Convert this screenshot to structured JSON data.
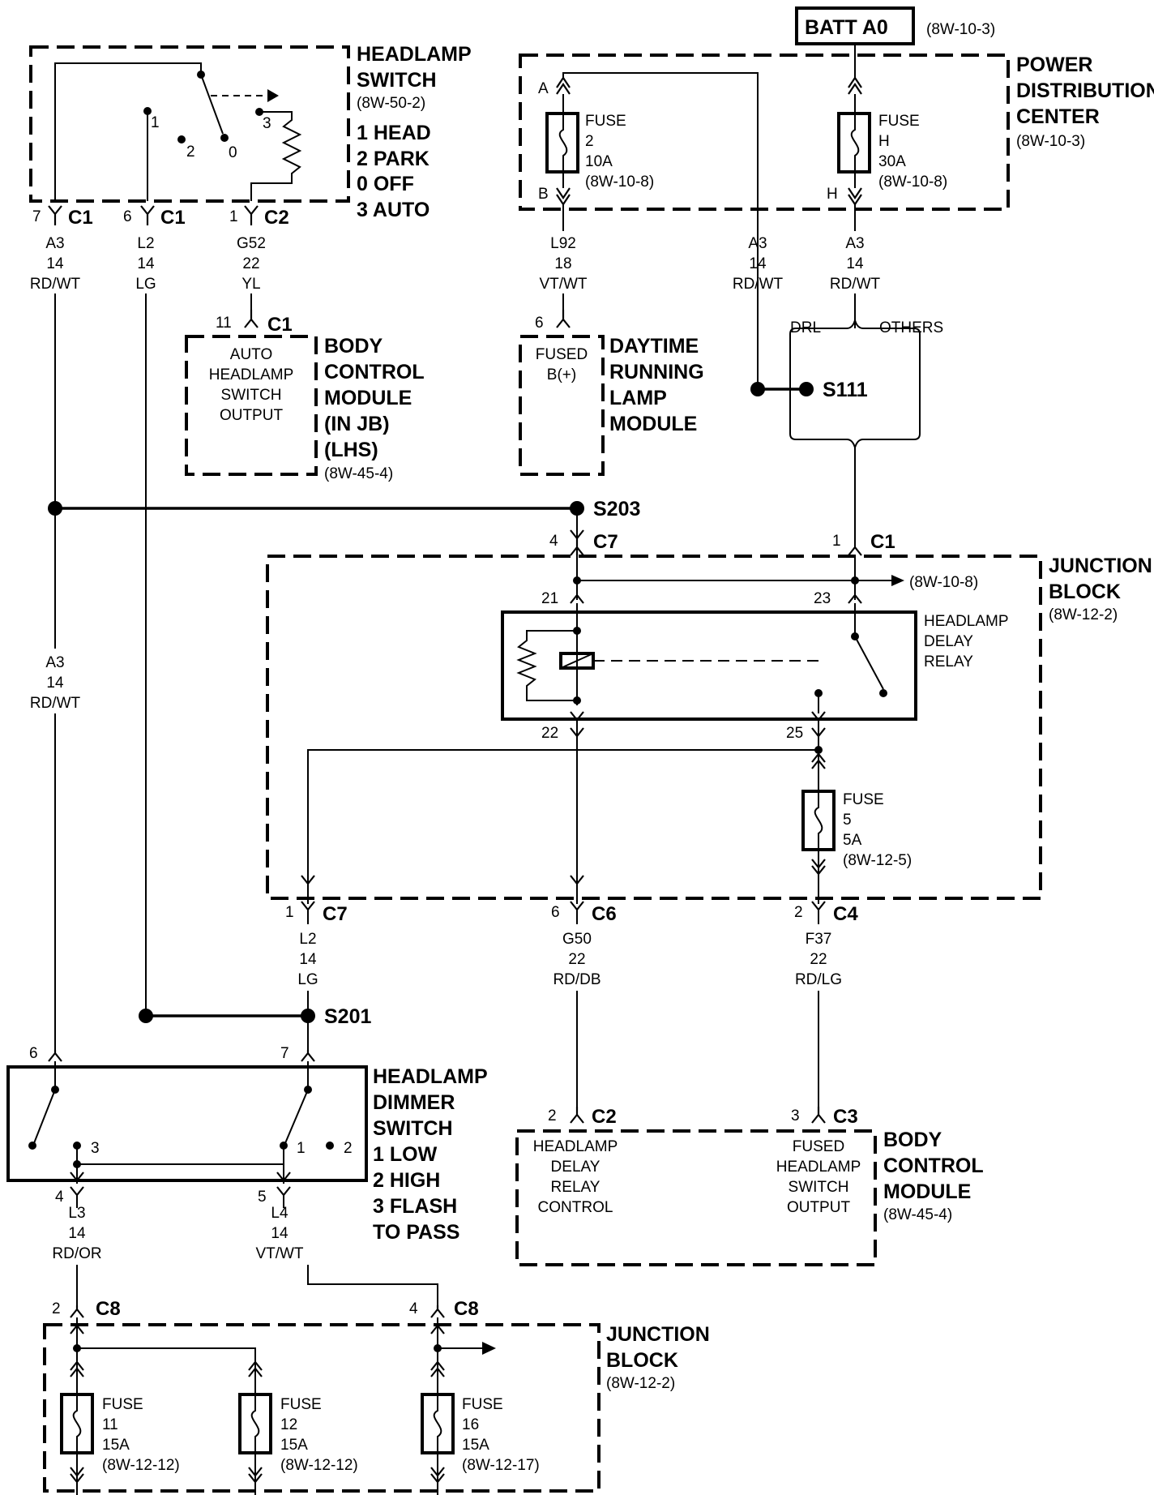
{
  "batt_label": "BATT A0",
  "batt_ref": "(8W-10-3)",
  "headlamp_switch": {
    "title_line1": "HEADLAMP",
    "title_line2": "SWITCH",
    "ref": "(8W-50-2)",
    "modes": [
      "1 HEAD",
      "2 PARK",
      "0 OFF",
      "3 AUTO"
    ],
    "pos_labels": [
      "1",
      "2",
      "0",
      "3"
    ]
  },
  "pdc": {
    "title_lines": [
      "POWER",
      "DISTRIBUTION",
      "CENTER"
    ],
    "ref": "(8W-10-3)",
    "fuse2": {
      "lines": [
        "FUSE",
        "2",
        "10A",
        "(8W-10-8)"
      ],
      "top": "A",
      "bottom": "B"
    },
    "fuseH": {
      "lines": [
        "FUSE",
        "H",
        "30A",
        "(8W-10-8)"
      ],
      "bottom": "H"
    }
  },
  "connectors": {
    "hs_c1_7": {
      "pin": "7",
      "name": "C1"
    },
    "hs_c1_6": {
      "pin": "6",
      "name": "C1"
    },
    "hs_c2_1": {
      "pin": "1",
      "name": "C2"
    },
    "bcm_c1_11": {
      "pin": "11",
      "name": "C1"
    },
    "drl_6": {
      "pin": "6"
    },
    "jb_c7_4": {
      "pin": "4",
      "name": "C7"
    },
    "jb_c1_1": {
      "pin": "1",
      "name": "C1"
    },
    "jb_21": {
      "pin": "21"
    },
    "jb_23": {
      "pin": "23"
    },
    "jb_22": {
      "pin": "22"
    },
    "jb_25": {
      "pin": "25"
    },
    "jb_c7_1": {
      "pin": "1",
      "name": "C7"
    },
    "jb_c6_6": {
      "pin": "6",
      "name": "C6"
    },
    "jb_c4_2": {
      "pin": "2",
      "name": "C4"
    },
    "dim_6": {
      "pin": "6"
    },
    "dim_7": {
      "pin": "7"
    },
    "dim_4": {
      "pin": "4"
    },
    "dim_5": {
      "pin": "5"
    },
    "bcm_c2_2": {
      "pin": "2",
      "name": "C2"
    },
    "bcm_c3_3": {
      "pin": "3",
      "name": "C3"
    },
    "jb2_c8_2": {
      "pin": "2",
      "name": "C8"
    },
    "jb2_c8_4": {
      "pin": "4",
      "name": "C8"
    }
  },
  "wires": {
    "a3_left_top": [
      "A3",
      "14",
      "RD/WT"
    ],
    "l2_top": [
      "L2",
      "14",
      "LG"
    ],
    "g52": [
      "G52",
      "22",
      "YL"
    ],
    "l92": [
      "L92",
      "18",
      "VT/WT"
    ],
    "a3_mid": [
      "A3",
      "14",
      "RD/WT"
    ],
    "a3_right": [
      "A3",
      "14",
      "RD/WT"
    ],
    "a3_left_mid": [
      "A3",
      "14",
      "RD/WT"
    ],
    "l2_jb": [
      "L2",
      "14",
      "LG"
    ],
    "g50": [
      "G50",
      "22",
      "RD/DB"
    ],
    "f37": [
      "F37",
      "22",
      "RD/LG"
    ],
    "l3": [
      "L3",
      "14",
      "RD/OR"
    ],
    "l4": [
      "L4",
      "14",
      "VT/WT"
    ]
  },
  "bcm_top": {
    "inner_lines": [
      "AUTO",
      "HEADLAMP",
      "SWITCH",
      "OUTPUT"
    ],
    "title_lines": [
      "BODY",
      "CONTROL",
      "MODULE",
      "(IN JB)",
      "(LHS)"
    ],
    "ref": "(8W-45-4)"
  },
  "drl": {
    "inner_lines": [
      "FUSED",
      "B(+)"
    ],
    "title_lines": [
      "DAYTIME",
      "RUNNING",
      "LAMP",
      "MODULE"
    ]
  },
  "splices": {
    "s111": "S111",
    "s203": "S203",
    "s201": "S201"
  },
  "splice_labels": {
    "drl": "DRL",
    "others": "OTHERS"
  },
  "junction_block": {
    "title_lines": [
      "JUNCTION",
      "BLOCK"
    ],
    "ref": "(8W-12-2)",
    "arrow_ref": "(8W-10-8)",
    "relay_lines": [
      "HEADLAMP",
      "DELAY",
      "RELAY"
    ],
    "fuse5": [
      "FUSE",
      "5",
      "5A",
      "(8W-12-5)"
    ]
  },
  "dimmer": {
    "title_lines": [
      "HEADLAMP",
      "DIMMER",
      "SWITCH"
    ],
    "modes": [
      "1 LOW",
      "2 HIGH",
      "3 FLASH",
      "TO PASS"
    ],
    "pos_labels": [
      "3",
      "1",
      "2"
    ]
  },
  "bcm_bottom": {
    "left_lines": [
      "HEADLAMP",
      "DELAY",
      "RELAY",
      "CONTROL"
    ],
    "right_lines": [
      "FUSED",
      "HEADLAMP",
      "SWITCH",
      "OUTPUT"
    ],
    "title_lines": [
      "BODY",
      "CONTROL",
      "MODULE"
    ],
    "ref": "(8W-45-4)"
  },
  "jb_bottom": {
    "title_lines": [
      "JUNCTION",
      "BLOCK"
    ],
    "ref": "(8W-12-2)",
    "fuse11": [
      "FUSE",
      "11",
      "15A",
      "(8W-12-12)"
    ],
    "fuse12": [
      "FUSE",
      "12",
      "15A",
      "(8W-12-12)"
    ],
    "fuse16": [
      "FUSE",
      "16",
      "15A",
      "(8W-12-17)"
    ]
  }
}
